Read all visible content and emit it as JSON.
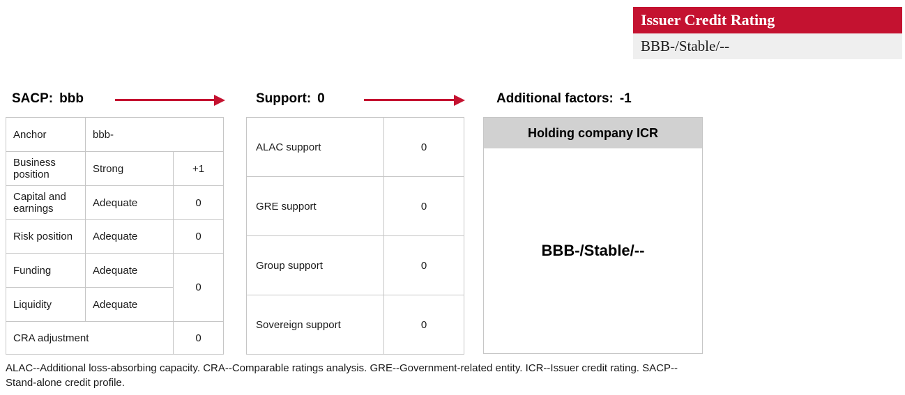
{
  "icr_panel": {
    "title": "Issuer Credit Rating",
    "value": "BBB-/Stable/--"
  },
  "sections": {
    "sacp": {
      "label": "SACP:",
      "value": "bbb"
    },
    "support": {
      "label": "Support:",
      "value": "0"
    },
    "additional": {
      "label": "Additional factors:",
      "value": "-1"
    }
  },
  "sacp_table": {
    "rows": [
      {
        "label": "Anchor",
        "value": "bbb-"
      },
      {
        "label": "Business position",
        "value": "Strong",
        "score": "+1"
      },
      {
        "label": "Capital and earnings",
        "value": "Adequate",
        "score": "0"
      },
      {
        "label": "Risk position",
        "value": "Adequate",
        "score": "0"
      },
      {
        "label": "Funding",
        "value": "Adequate",
        "score": "0"
      },
      {
        "label": "Liquidity",
        "value": "Adequate"
      },
      {
        "label": "CRA adjustment",
        "score": "0"
      }
    ]
  },
  "support_table": {
    "rows": [
      {
        "label": "ALAC support",
        "value": "0"
      },
      {
        "label": "GRE support",
        "value": "0"
      },
      {
        "label": "Group support",
        "value": "0"
      },
      {
        "label": "Sovereign support",
        "value": "0"
      }
    ]
  },
  "holding_box": {
    "header": "Holding company ICR",
    "value": "BBB-/Stable/--"
  },
  "footnote": "ALAC--Additional loss-absorbing capacity. CRA--Comparable ratings analysis. GRE--Government-related entity. ICR--Issuer credit rating. SACP--Stand-alone credit profile.",
  "colors": {
    "accent_red": "#C41230",
    "panel_value_bg": "#EFEFEF",
    "holding_header_bg": "#D1D1D1",
    "table_border": "#C6C6C6"
  }
}
